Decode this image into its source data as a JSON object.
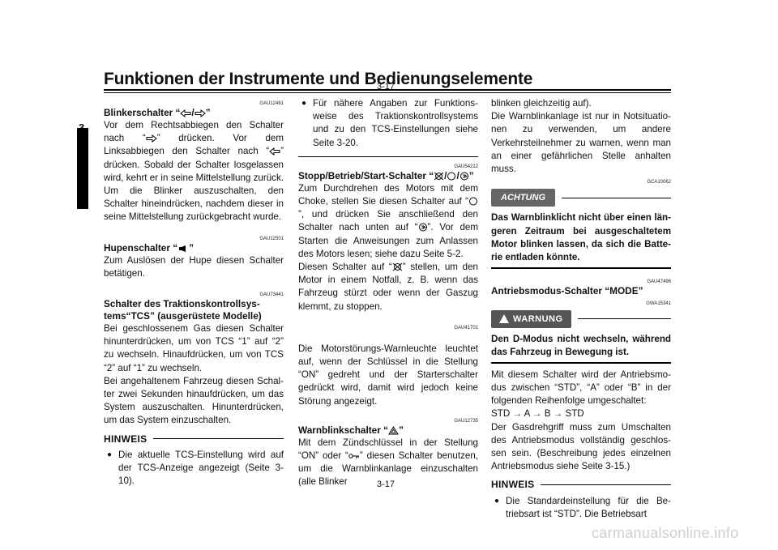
{
  "header": {
    "title": "Funktionen der Instrumente und Bedienungselemente",
    "page_number": "3-17",
    "chapter": "3"
  },
  "col1": {
    "s1_code": "GAU12461",
    "s1_title": "Blinkerschalter “",
    "s1_title_end": "”",
    "s1_text_a": "Vor dem Rechtsabbiegen den Schalter nach “",
    "s1_text_b": "” drücken. Vor dem Linksabbiegen den Schalter nach “",
    "s1_text_c": "” drücken. Sobald der Schalter losgelassen wird, kehrt er in seine Mittelstellung zurück. Um die Blinker auszu­schalten, den Schalter hineindrücken, nachdem dieser in seine Mittelstellung zu­rückgebracht wurde.",
    "s2_code": "GAU12501",
    "s2_title": "Hupenschalter “",
    "s2_title_end": "”",
    "s2_text": "Zum Auslösen der Hupe diesen Schalter betätigen.",
    "s3_code": "GAU73441",
    "s3_title": "Schalter des Traktionskontrollsys­tems“TCS” (ausgerüstete Modelle)",
    "s3_text": "Bei geschlossenem Gas diesen Schalter hi­nunterdrücken, um von TCS “1” auf “2” zu wechseln. Hinaufdrücken, um von TCS “2” auf “1” zu wechseln.\nBei angehaltenem Fahrzeug diesen Schal­ter zwei Sekunden hinaufdrücken, um das System auszuschalten. Hinunterdrücken, um das System einzuschalten.",
    "hinweis": "HINWEIS",
    "bullet1": "Die aktuelle TCS-Einstellung wird auf der TCS-Anzeige angezeigt (Seite 3-10)."
  },
  "col2": {
    "bullet2": "Für nähere Angaben zur Funktions­weise des Traktionskontrollsystems und zu den TCS-Einstellungen siehe Seite 3-20.",
    "s4_code": "GAU54212",
    "s4_title": "Stopp/Betrieb/Start-Schalter “",
    "s4_title_end": "”",
    "s4_text_a": "Zum Durchdrehen des Motors mit dem Choke, stellen Sie diesen Schalter auf “",
    "s4_text_b": "”, und drücken Sie anschließend den Schalter nach unten auf “",
    "s4_text_c": "”. Vor dem Starten die Anweisungen zum Anlassen des Motors le­sen; siehe dazu Seite 5-2.",
    "s4_text_d": "Diesen Schalter auf “",
    "s4_text_e": "” stellen, um den Motor in einem Notfall, z. B. wenn das Fahr­zeug stürzt oder wenn der Gaszug klemmt, zu stoppen.",
    "s5_code": "GAU41701",
    "s5_text": "Die Motorstörungs-Warnleuchte leuchtet auf, wenn der Schlüssel in die Stellung “ON” gedreht und der Starterschalter gedrückt wird, damit wird jedoch keine Störung ange­zeigt.",
    "s6_code": "GAU12735",
    "s6_title": "Warnblinkschalter “",
    "s6_title_end": "”",
    "s6_text_a": "Mit dem Zündschlüssel in der Stellung “ON” oder “",
    "s6_text_b": "” diesen Schalter benutzen, um die Warnblinkanlage einzuschalten (alle Blinker"
  },
  "col3": {
    "cont_text": "blinken gleichzeitig auf).\nDie Warnblinkanlage ist nur in Notsituatio­nen zu verwenden, um andere Verkehrsteil­nehmer zu warnen, wenn man an einer gefährlichen Stelle anhalten muss.",
    "achtung_code": "GCA10062",
    "achtung": "ACHTUNG",
    "achtung_text": "Das Warnblinklicht nicht über einen län­geren Zeitraum bei ausgeschaltetem Motor blinken lassen, da sich die Batte­rie entladen könnte.",
    "s7_code": "GAU47496",
    "s7_title": "Antriebsmodus-Schalter “MODE”",
    "warn_code": "GWA15341",
    "warnung": "WARNUNG",
    "warn_text": "Den D-Modus nicht wechseln, während das Fahrzeug in Bewegung ist.",
    "s7_text_a": "Mit diesem Schalter wird der Antriebsmo­dus zwischen “STD”, “A” oder “B” in der fol­genden Reihenfolge umgeschaltet:",
    "s7_seq": "STD → A → B → STD",
    "s7_text_b": "Der Gasdrehgriff muss zum Umschalten des Antriebsmodus vollständig geschlos­sen sein. (Beschreibung jedes einzelnen Antriebsmodus siehe Seite 3-15.)",
    "hinweis": "HINWEIS",
    "bullet3": "Die Standardeinstellung für die Be­triebsart ist “STD”. Die Betriebsart"
  },
  "watermark": "carmanualsonline.info"
}
